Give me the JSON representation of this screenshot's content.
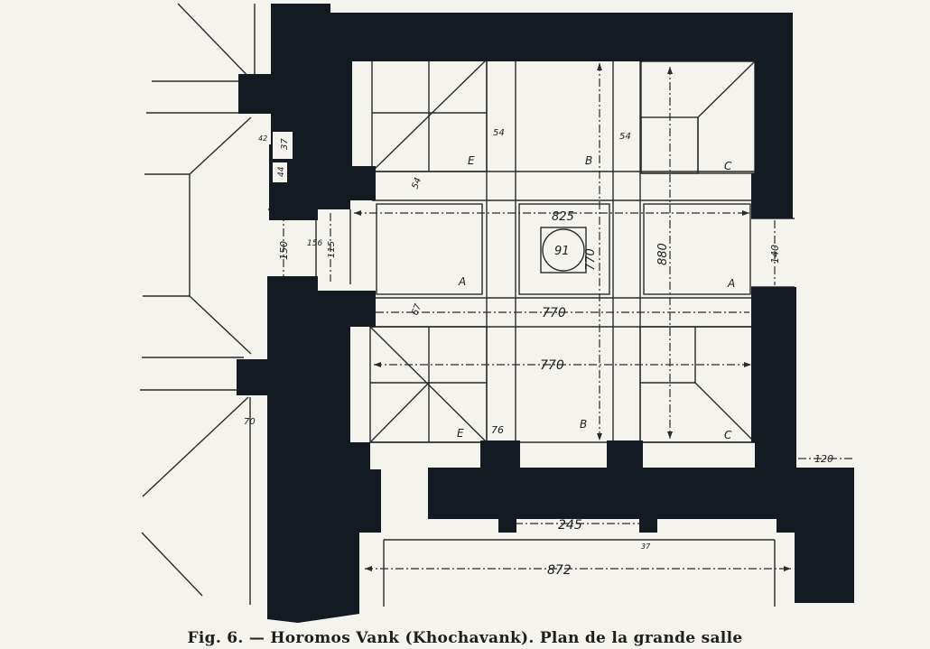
{
  "caption": "Fig. 6. — Horomos Vank (Khochavank). Plan de la grande salle",
  "colors": {
    "paper": "#f4f3ee",
    "ink": "#131a22",
    "line": "#2a2a2a"
  },
  "room_labels": {
    "e_top": "E",
    "b_top": "B",
    "c_top": "C",
    "a_left": "A",
    "a_right": "A",
    "e_bottom": "E",
    "b_bottom": "B",
    "c_bottom": "C"
  },
  "dimensions": {
    "d825": "825",
    "d91": "91",
    "d770_vert": "770",
    "d880": "880",
    "d770_h1": "770",
    "d770_h2": "770",
    "d54_a": "54",
    "d54_b": "54",
    "d54_diag": "54",
    "d67": "67",
    "d37": "37",
    "d44": "44",
    "d42": "42",
    "d150": "150",
    "d156": "156",
    "d115": "115",
    "d140": "140",
    "d120": "120",
    "d70": "70",
    "d76": "76",
    "d245": "245",
    "d37b": "37",
    "d872": "872"
  }
}
